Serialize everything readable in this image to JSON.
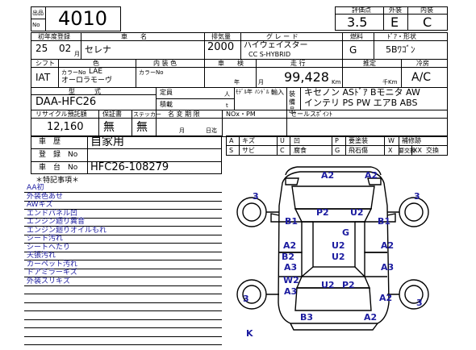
{
  "lot": {
    "label_top": "出品",
    "label_bottom": "No",
    "number": "4010"
  },
  "score": {
    "header": [
      "評価点",
      "外装",
      "内装"
    ],
    "values": [
      "3.5",
      "E",
      "C"
    ]
  },
  "row1": {
    "first_reg_label": "初年度登録",
    "year": "25",
    "month": "02",
    "month_unit": "月",
    "car_name_label": "車　　名",
    "car_name": "セレナ",
    "disp_label": "排気量",
    "disp": "2000",
    "grade_label": "グ レ ー ド",
    "grade": "ハイウェイスター",
    "grade2": "CC S-HYBRID",
    "fuel_label": "燃料",
    "fuel": "G",
    "door_label": "ﾄﾞｱ・形状",
    "door": "5Bﾜｺﾞﾝ"
  },
  "row2": {
    "shift_label": "シフト",
    "shift": "IAT",
    "color_label": "色",
    "color_no_label": "カラーNo",
    "color_no": "LAE",
    "color_name": "オーロラモーヴ",
    "interior_label": "内 装 色",
    "interior_no_label": "カラーNo",
    "inspection_label": "車　　検",
    "year_unit": "年",
    "month_unit": "月",
    "mileage_label": "走 行",
    "mileage": "99,428",
    "km_unit": "Km",
    "estimate_label": "推定",
    "estimate_unit": "千Km",
    "ac_label": "冷房",
    "ac": "A/C"
  },
  "row3": {
    "model_label": "型　　　式",
    "model": "DAA-HFC26",
    "capacity_label": "定員",
    "capacity_unit": "人",
    "load_label": "積載",
    "load_unit": "t",
    "model_year_label": "ﾓﾃﾞﾙ年",
    "handle_label": "ﾊﾝﾄﾞﾙ",
    "import_label": "輸入",
    "equip_label": "装備品",
    "equip_line1": "キセノン ASﾄﾞｱ Bモニタ AW",
    "equip_line2": "インテリ PS PW エアB ABS"
  },
  "row4": {
    "recycle_label": "リサイクル預託額",
    "recycle": "12,160",
    "warranty_label": "保証書",
    "warranty": "無",
    "sticker_label": "ステッカー",
    "sticker": "無",
    "name_change_label": "名 変 期 限",
    "month_unit": "月",
    "day_unit": "日迄",
    "nox_label": "NOx・PM",
    "sales_point_label": "セールスﾎﾟｲﾝﾄ"
  },
  "history": {
    "label": "車　歴",
    "value": "自家用"
  },
  "reg_no": {
    "label": "登　録　No",
    "value": ""
  },
  "chassis": {
    "label": "車　台　No",
    "value": "HFC26-108279"
  },
  "legend": [
    [
      "A",
      "キズ",
      "U",
      "凹",
      "P",
      "要塗装",
      "W",
      "補修跡"
    ],
    [
      "S",
      "サビ",
      "C",
      "腐食",
      "G",
      "飛石傷",
      "X",
      "要交換",
      "XX",
      "交換"
    ]
  ],
  "notes": {
    "header": "＊特記事項＊",
    "lines": [
      "AA初",
      "外装色あせ",
      "AWキズ",
      "エンドパネル凹",
      "エンジン廻り異音",
      "エンジン廻りオイルもれ",
      "シート汚れ",
      "シートへたり",
      "天張汚れ",
      "カーペット汚れ",
      "ドアミラーキズ",
      "外装スリキズ"
    ]
  },
  "damage": {
    "a2_top1": "A2",
    "a2_top2": "A2",
    "p2_hood": "P2",
    "u2_hood": "U2",
    "three_tl": "3",
    "three_tr": "3",
    "b1_left": "B1",
    "b1_right": "B1",
    "g_center": "G",
    "a2_ldoor": "A2",
    "u2_c1": "U2",
    "u2_c2": "U2",
    "a2_rdoor": "A2",
    "b2_left": "B2",
    "a3_left": "A3",
    "a3_right": "A3",
    "w2_left": "W2",
    "u2_rear": "U2",
    "p2_rear": "P2",
    "a3_rq": "A3",
    "a2_rq": "A2",
    "three_bl": "3",
    "three_br": "3",
    "b3_bottom": "B3",
    "a2_bottom": "A2",
    "k_bottom": "K"
  }
}
